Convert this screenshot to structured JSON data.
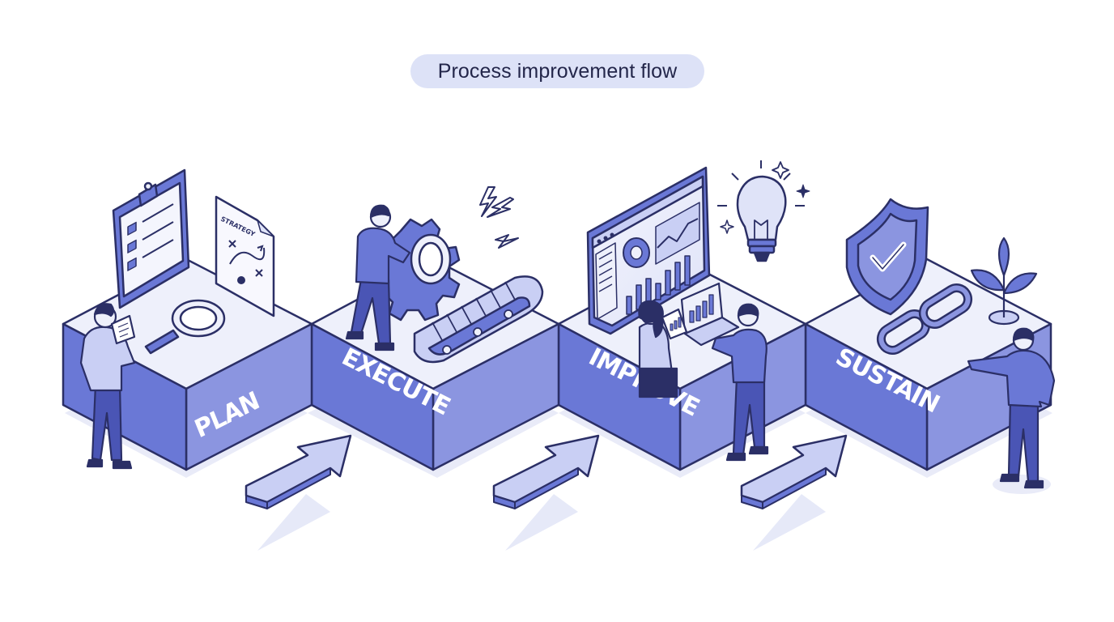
{
  "title": "Process improvement flow",
  "steps": [
    {
      "label": "PLAN"
    },
    {
      "label": "EXECUTE"
    },
    {
      "label": "IMPROVE"
    },
    {
      "label": "SUSTAIN"
    }
  ],
  "plan_doc_label": "STRATEGY",
  "colors": {
    "block_top": "#eef0fb",
    "block_front": "#6a78d6",
    "block_side": "#8b95e0",
    "outline": "#2b2f66",
    "accent": "#5b68d0",
    "shadow": "#e8eaf7"
  }
}
